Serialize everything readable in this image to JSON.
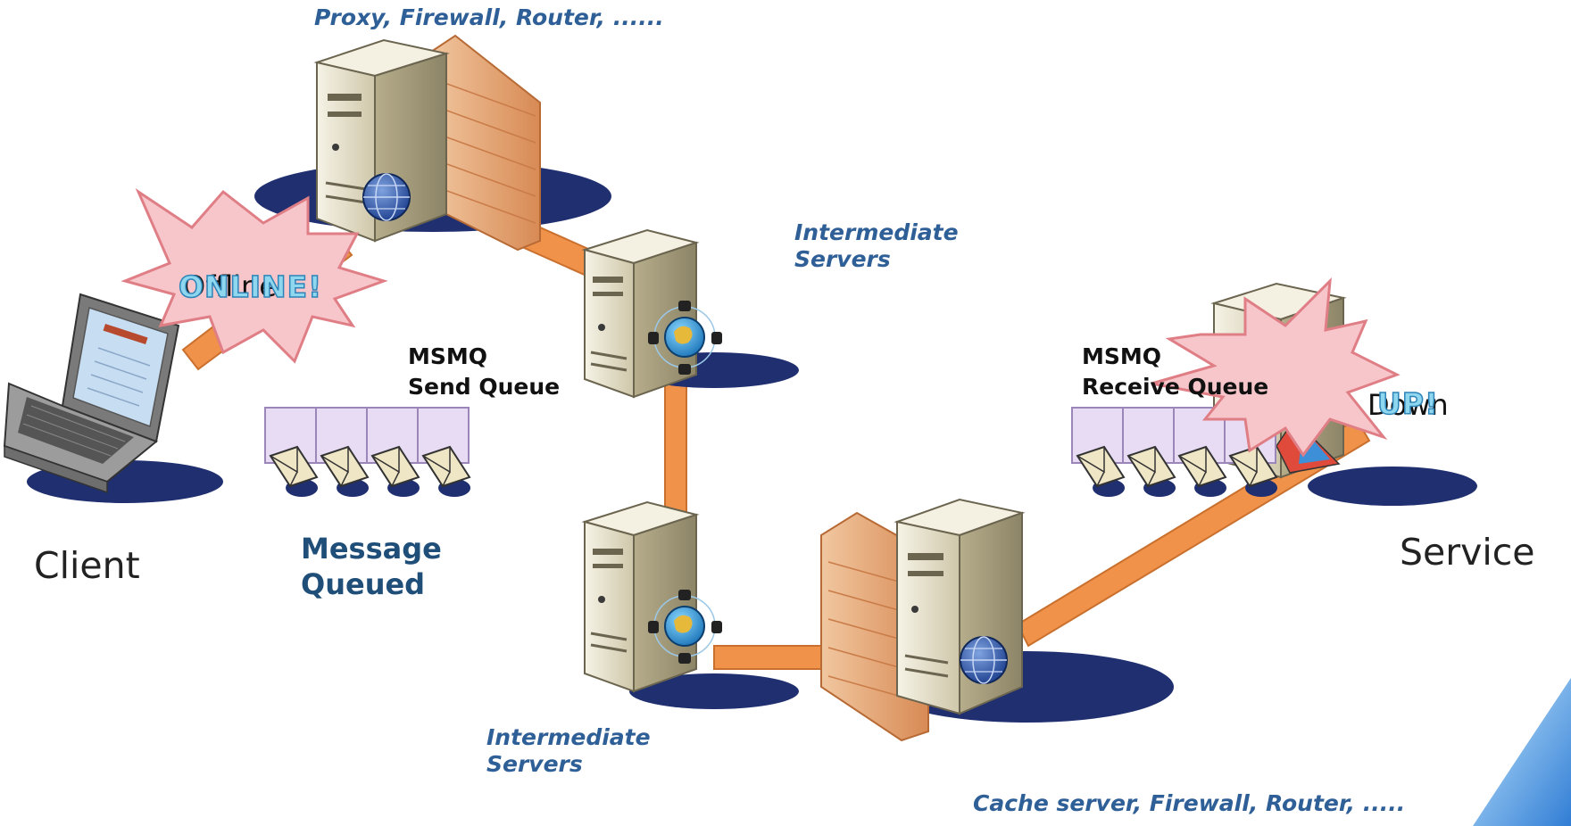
{
  "top_label": "Proxy, Firewall, Router, ......",
  "intermediate_top": [
    "Intermediate",
    "Servers"
  ],
  "intermediate_bottom": [
    "Intermediate",
    "Servers"
  ],
  "bottom_label": "Cache server, Firewall, Router, .....",
  "client": {
    "label": "Client",
    "burst_under": "Offline",
    "burst_over": "ONLINE!"
  },
  "send_queue": {
    "title": [
      "MSMQ",
      "Send Queue"
    ],
    "status": [
      "Message",
      "Queued"
    ],
    "message_count": 4
  },
  "receive_queue": {
    "title": [
      "MSMQ",
      "Receive Queue"
    ],
    "message_count": 4
  },
  "service": {
    "label": "Service",
    "burst_under": "Down",
    "burst_over": "UP!"
  },
  "colors": {
    "link": "#f0924a",
    "burst_fill": "#f7c6cb",
    "burst_stroke": "#e07e86",
    "blue_text": "#2f5f97",
    "navy_text": "#1f4e79",
    "server_body": "#ece7d4",
    "shadow": "#1f2f6f"
  }
}
